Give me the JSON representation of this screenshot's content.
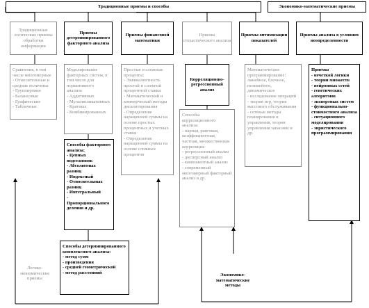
{
  "headers": {
    "main": "Традиционные приемы и способы",
    "math": "Экономико-математические приемы"
  },
  "cards": {
    "traditional_logical": {
      "title": "Традиционные логические приемы обработки информации",
      "body_intro": "Сравнения, в том числе многомерные",
      "items": [
        "Относительные и средние величины",
        "Группировки",
        "Балансовые",
        "Графические",
        "Табличные"
      ]
    },
    "deterministic": {
      "title": "Приемы детерминированного факторного анализа",
      "body_intro": "Моделирование факторных систем, в том числе для нормативного анализа",
      "items": [
        "Аддитивных",
        "Мультипликативных",
        "Кратных",
        "Комбинированных"
      ]
    },
    "financial": {
      "title": "Приемы финансовой математики",
      "body_intro": "Простые и сложные проценты:",
      "items": [
        "Эквивалентность простой и сложной процентной ставки",
        "Математический и коммерческий методы дисконтирования",
        "Определение наращенной суммы на основе простых процентных и учетных ставок",
        "Определение наращенной суммы на основе сложных процентов"
      ]
    },
    "stochastic": {
      "title": "Приемы стохастического анализа",
      "subtitle": "Корреляционно-регрессионный анализ",
      "body_intro": "Способы корреляционного анализа:",
      "items": [
        "парная, ранговая, коэффициентная, частная, множественная корреляция",
        "регрессионный анализ",
        "дисперсный анализ",
        "компонентный анализ",
        "современный многомерный факторный анализ и др."
      ]
    },
    "optimization": {
      "title": "Приемы оптимизации показателей",
      "body_intro": "Математическое программирование: линейное, блочное, нелинейное, динамическое",
      "items": [
        "исследование операций",
        "теория игр, теория массового обслуживания",
        "сетевые методы планирования и управления, теория управления запасами и др."
      ]
    },
    "uncertainty": {
      "title": "Приемы анализа в условиях неопределенности",
      "body_intro": "Приемы",
      "items": [
        "нечеткой логики",
        "теории множеств",
        "нейронных сетей",
        "генетических алгоритмов",
        "экспертных систем",
        "функционально-стоимостного анализа",
        "ситуационного моделирования",
        "эвристического программирования"
      ]
    },
    "factor_ways": {
      "title": "Способы факторного анализа:",
      "items": [
        "Цепных подстановок",
        "Абсолютных разниц",
        "Индексный",
        "Относительных разниц",
        "Интегральный",
        "Пропорционального деления и др."
      ]
    },
    "deterministic_ways": {
      "title": "Способы детерминированного комплексного анализа:",
      "items": [
        "метод сумм",
        "произведения",
        "средней геометрической",
        "метод расстояний"
      ]
    }
  },
  "side_labels": {
    "logical": "Логико-экономические приемы",
    "econmath": "Экономико-математические методы"
  }
}
